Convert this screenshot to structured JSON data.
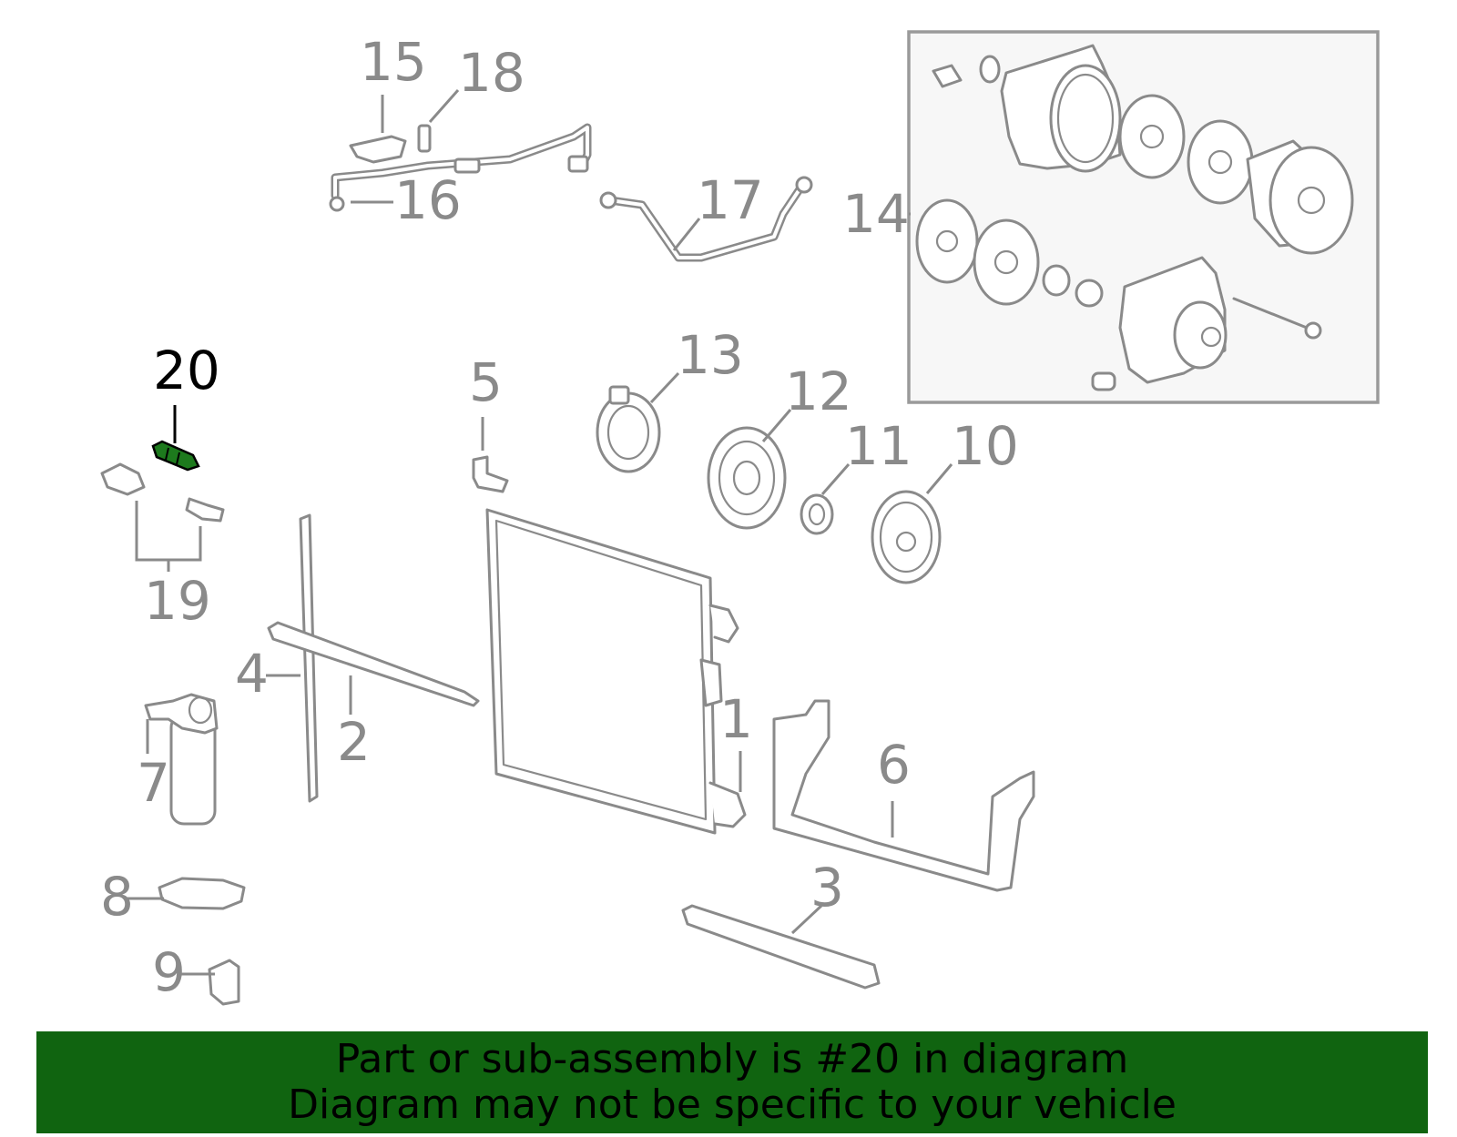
{
  "diagram": {
    "callouts": {
      "c1": "1",
      "c2": "2",
      "c3": "3",
      "c4": "4",
      "c5": "5",
      "c6": "6",
      "c7": "7",
      "c8": "8",
      "c9": "9",
      "c10": "10",
      "c11": "11",
      "c12": "12",
      "c13": "13",
      "c14": "14",
      "c15": "15",
      "c16": "16",
      "c17": "17",
      "c18": "18",
      "c19": "19",
      "c20": "20"
    },
    "highlighted_part": "20",
    "colors": {
      "line": "#8a8a8a",
      "highlight_label": "#000000",
      "highlight_part": "#1d7a1d",
      "footer_background": "#106410"
    }
  },
  "footer": {
    "line1": "Part or sub-assembly is #20 in diagram",
    "line2": "Diagram may not be specific to your vehicle"
  }
}
